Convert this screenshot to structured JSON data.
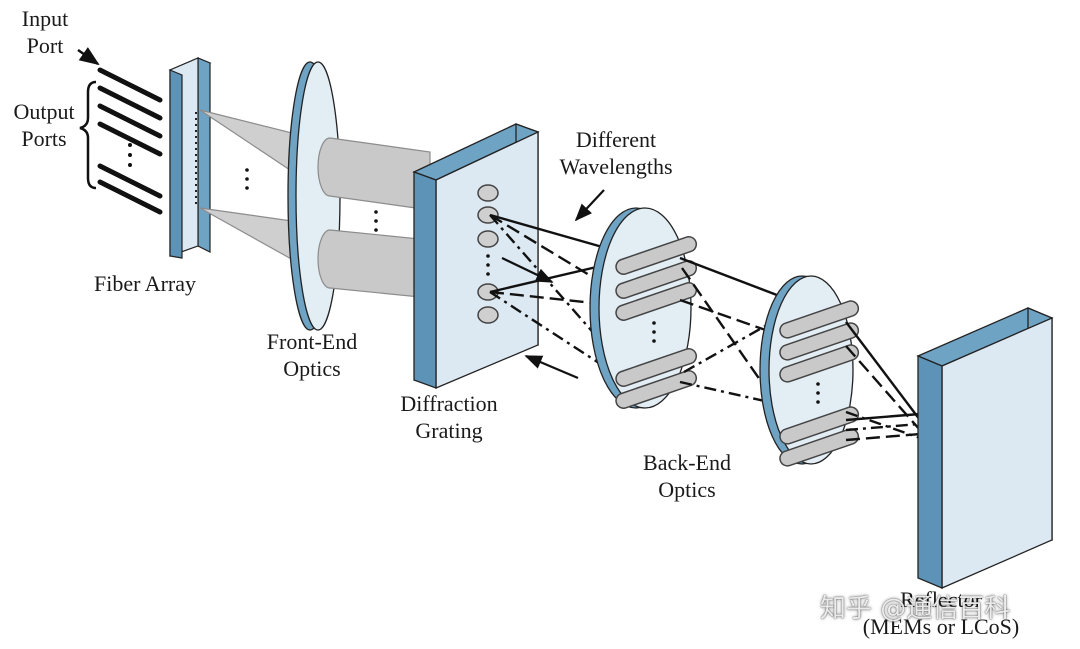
{
  "colors": {
    "component_face": "#dde9f2",
    "component_edge": "#6fa3c4",
    "beam_gray": "#c9c9c9",
    "beam_stroke": "#8c8c8c",
    "line": "#111111"
  },
  "labels": {
    "input_port": [
      "Input",
      "Port"
    ],
    "output_ports": [
      "Output",
      "Ports"
    ],
    "fiber_array": "Fiber Array",
    "front_end_optics": [
      "Front-End",
      "Optics"
    ],
    "diffraction_grating": [
      "Diffraction",
      "Grating"
    ],
    "different_wavelengths": [
      "Different",
      "Wavelengths"
    ],
    "back_end_optics": [
      "Back-End",
      "Optics"
    ],
    "reflector": [
      "Reflector",
      "(MEMs or LCoS)"
    ]
  },
  "watermark": "知乎 @通信百科",
  "icons": {
    "arrow": "arrow-icon",
    "brace": "curly-brace-icon",
    "ellipsis": "vertical-ellipsis-icon"
  }
}
